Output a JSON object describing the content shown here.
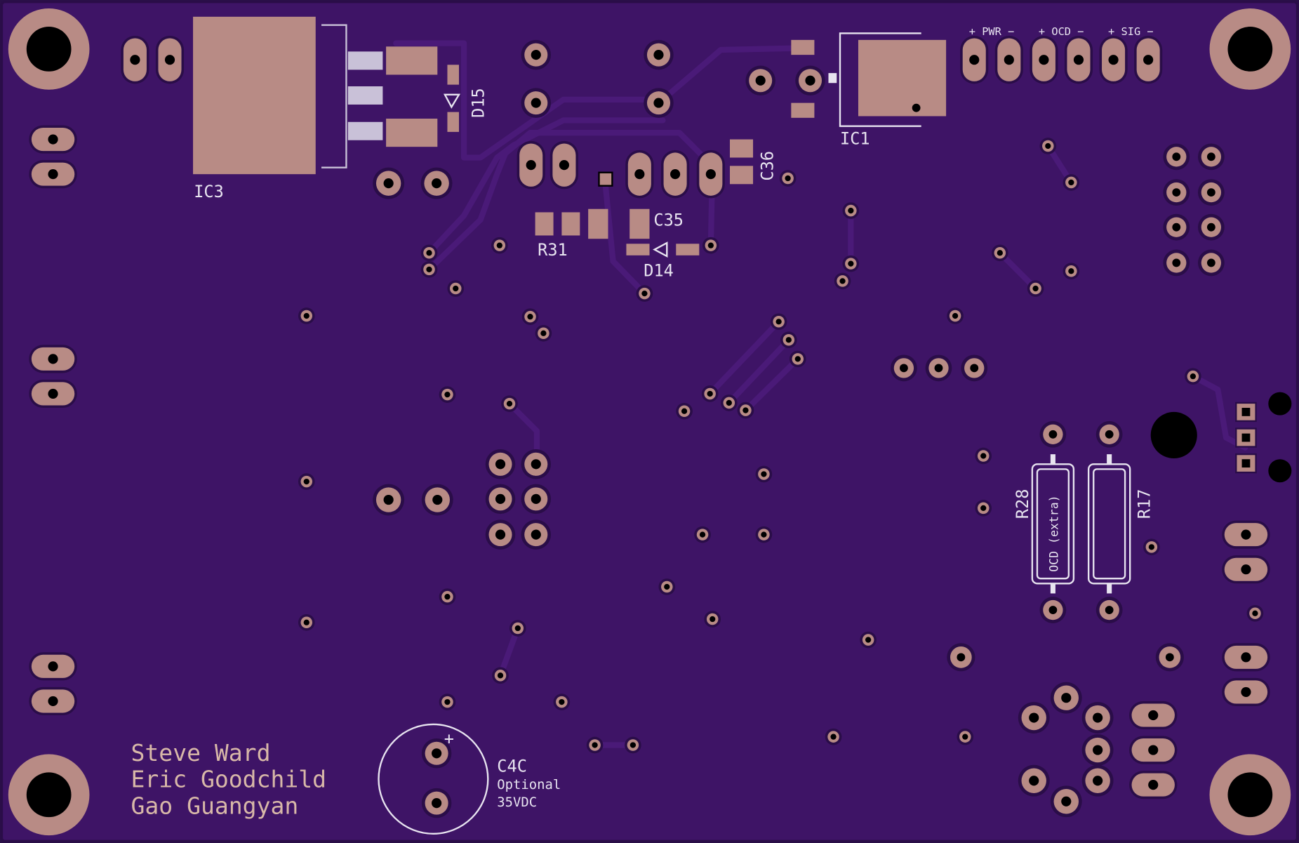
{
  "colors": {
    "board": "#3e1466",
    "board_edge": "#2a0d48",
    "trace": "#4a1a78",
    "copper": "#b88b85",
    "drill": "#000000",
    "silk": "#e8e4f0",
    "signature": "#d8b8a8"
  },
  "labels": {
    "ic3": "IC3",
    "d15": "D15",
    "ic1": "IC1",
    "c36": "C36",
    "c35": "C35",
    "r31": "R31",
    "d14": "D14",
    "r28": "R28",
    "r17": "R17",
    "r28_note": "OCD (extra)",
    "c4c": "C4C",
    "c4c_note1": "Optional",
    "c4c_note2": "35VDC",
    "c4c_plus": "+"
  },
  "header_labels": [
    "+ PWR −",
    "+ OCD −",
    "+ SIG −"
  ],
  "credits": [
    "Steve Ward",
    "Eric Goodchild",
    "Gao Guangyan"
  ]
}
